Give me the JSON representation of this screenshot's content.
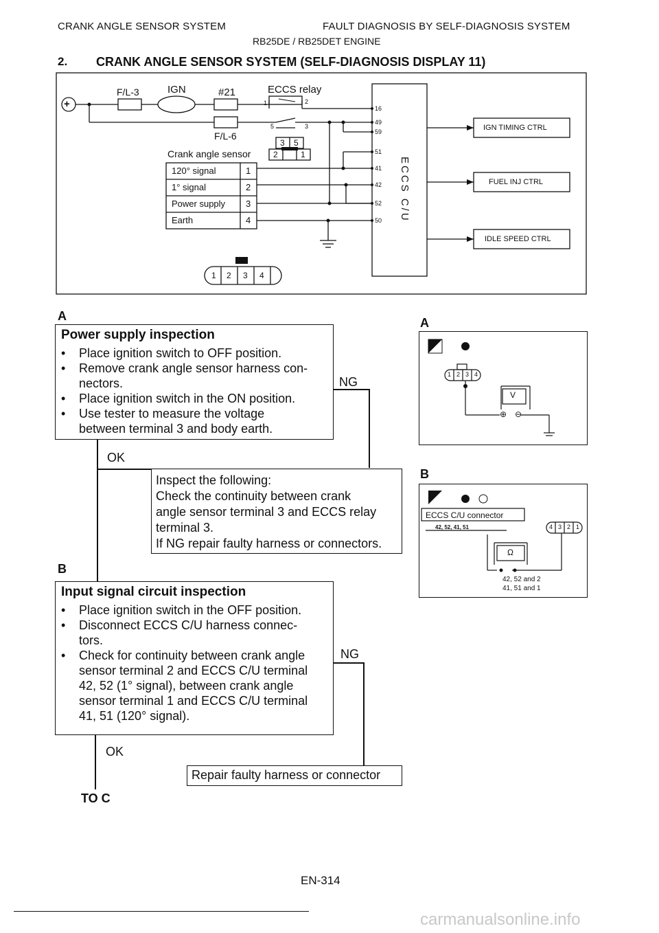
{
  "header": {
    "left": "CRANK ANGLE SENSOR SYSTEM",
    "right": "FAULT DIAGNOSIS BY SELF-DIAGNOSIS SYSTEM",
    "engine": "RB25DE / RB25DET ENGINE"
  },
  "section": {
    "number": "2.",
    "title": "CRANK ANGLE SENSOR SYSTEM (SELF-DIAGNOSIS DISPLAY 11)"
  },
  "wiring": {
    "plus": "+",
    "fl3": "F/L-3",
    "ign": "IGN",
    "fuse21": "#21",
    "eccs_relay": "ECCS relay",
    "relay_pins": [
      "1",
      "2",
      "5",
      "3"
    ],
    "fl6": "F/L-6",
    "relay_conn": [
      "3",
      "5",
      "2",
      "1"
    ],
    "sensor_title": "Crank angle sensor",
    "sensor_rows": [
      {
        "name": "120° signal",
        "pin": "1"
      },
      {
        "name": "1° signal",
        "pin": "2"
      },
      {
        "name": "Power supply",
        "pin": "3"
      },
      {
        "name": "Earth",
        "pin": "4"
      }
    ],
    "ecu_pins": [
      "16",
      "49",
      "59",
      "51",
      "41",
      "42",
      "52",
      "50"
    ],
    "ecu_label": "ECCS C/U",
    "outputs": [
      "IGN TIMING CTRL",
      "FUEL INJ CTRL",
      "IDLE SPEED CTRL"
    ],
    "connector": [
      "1",
      "2",
      "3",
      "4"
    ]
  },
  "flow": {
    "a_label": "A",
    "a_title": "Power supply inspection",
    "a_bullets": [
      [
        "Place ignition switch to OFF position."
      ],
      [
        "Remove crank angle sensor harness con-",
        "nectors."
      ],
      [
        "Place ignition switch in the ON position."
      ],
      [
        "Use tester to measure the voltage",
        "between terminal 3 and body earth."
      ]
    ],
    "ng1": "NG",
    "ok1": "OK",
    "inspect_lines": [
      "Inspect the following:",
      "Check the continuity between crank",
      "angle sensor terminal 3 and ECCS relay",
      "terminal 3.",
      "If NG repair faulty harness or connectors."
    ],
    "b_label": "B",
    "b_title": "Input signal circuit inspection",
    "b_bullets": [
      [
        "Place ignition switch in the OFF position."
      ],
      [
        "Disconnect ECCS C/U harness connec-",
        "tors."
      ],
      [
        "Check for continuity between crank angle",
        "sensor terminal 2 and ECCS C/U terminal",
        "42, 52 (1° signal), between crank angle",
        "sensor terminal 1 and ECCS C/U terminal",
        "41, 51 (120° signal)."
      ]
    ],
    "ng2": "NG",
    "ok2": "OK",
    "repair": "Repair faulty harness or connector",
    "to_c": "TO C"
  },
  "side": {
    "a_label": "A",
    "a_conn": [
      "1",
      "2",
      "3",
      "4"
    ],
    "a_meter": "V",
    "a_plus": "⊕",
    "a_minus": "⊖",
    "b_label": "B",
    "b_conn_label": "ECCS C/U connector",
    "b_terminals": "42, 52, 41, 51",
    "b_conn": [
      "4",
      "3",
      "2",
      "1"
    ],
    "b_meter": "Ω",
    "b_pairs": [
      "42, 52 and 2",
      "41, 51 and 1"
    ]
  },
  "footer": {
    "page": "EN-314",
    "watermark": "carmanualsonline.info"
  }
}
